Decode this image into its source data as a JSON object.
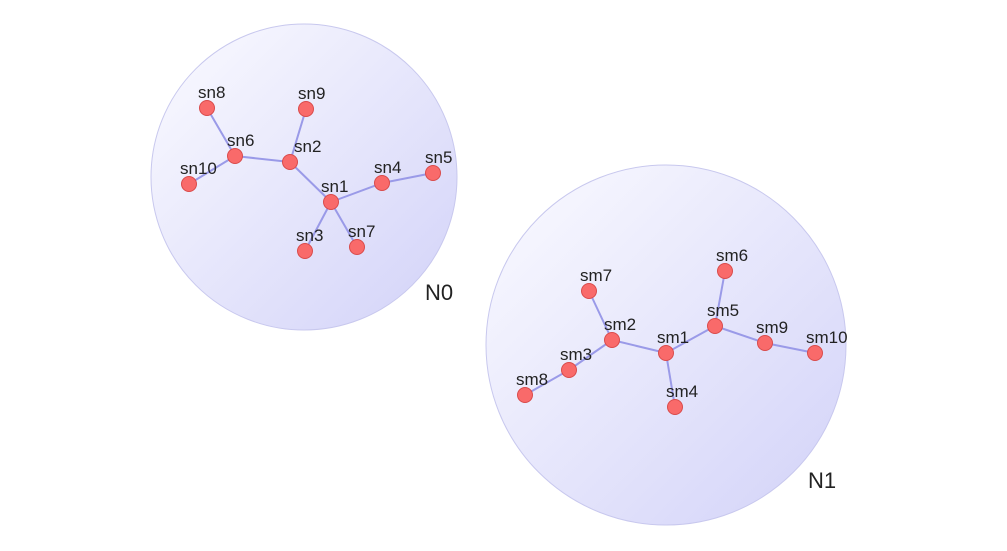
{
  "colors": {
    "edge": "#9a9ae8",
    "node_fill": "#f96a6a",
    "node_stroke": "#d94b4b",
    "cluster_light": "#fbfbff",
    "cluster_dark": "#d2d2f8",
    "cluster_stroke": "#c8c8ee"
  },
  "clusters": [
    {
      "label": "N0",
      "nodes": [
        {
          "id": "sn1",
          "label": "sn1"
        },
        {
          "id": "sn2",
          "label": "sn2"
        },
        {
          "id": "sn3",
          "label": "sn3"
        },
        {
          "id": "sn4",
          "label": "sn4"
        },
        {
          "id": "sn5",
          "label": "sn5"
        },
        {
          "id": "sn6",
          "label": "sn6"
        },
        {
          "id": "sn7",
          "label": "sn7"
        },
        {
          "id": "sn8",
          "label": "sn8"
        },
        {
          "id": "sn9",
          "label": "sn9"
        },
        {
          "id": "sn10",
          "label": "sn10"
        }
      ],
      "edges": [
        [
          "sn1",
          "sn2"
        ],
        [
          "sn1",
          "sn4"
        ],
        [
          "sn4",
          "sn5"
        ],
        [
          "sn1",
          "sn3"
        ],
        [
          "sn1",
          "sn7"
        ],
        [
          "sn2",
          "sn9"
        ],
        [
          "sn2",
          "sn6"
        ],
        [
          "sn6",
          "sn8"
        ],
        [
          "sn6",
          "sn10"
        ]
      ]
    },
    {
      "label": "N1",
      "nodes": [
        {
          "id": "sm1",
          "label": "sm1"
        },
        {
          "id": "sm2",
          "label": "sm2"
        },
        {
          "id": "sm3",
          "label": "sm3"
        },
        {
          "id": "sm4",
          "label": "sm4"
        },
        {
          "id": "sm5",
          "label": "sm5"
        },
        {
          "id": "sm6",
          "label": "sm6"
        },
        {
          "id": "sm7",
          "label": "sm7"
        },
        {
          "id": "sm8",
          "label": "sm8"
        },
        {
          "id": "sm9",
          "label": "sm9"
        },
        {
          "id": "sm10",
          "label": "sm10"
        }
      ],
      "edges": [
        [
          "sm1",
          "sm2"
        ],
        [
          "sm2",
          "sm7"
        ],
        [
          "sm2",
          "sm3"
        ],
        [
          "sm3",
          "sm8"
        ],
        [
          "sm1",
          "sm4"
        ],
        [
          "sm1",
          "sm5"
        ],
        [
          "sm5",
          "sm6"
        ],
        [
          "sm5",
          "sm9"
        ],
        [
          "sm9",
          "sm10"
        ]
      ]
    }
  ]
}
